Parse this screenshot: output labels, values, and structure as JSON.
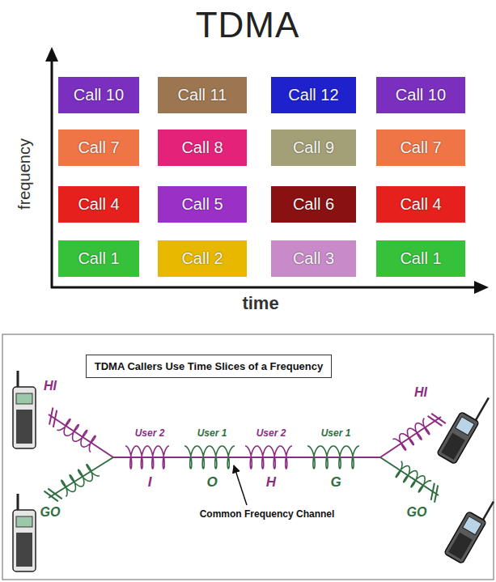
{
  "diagram": {
    "title": "TDMA",
    "nodes": [
      {
        "text": [
          "Call 10"
        ]
      },
      {
        "text": [
          "Call 11"
        ]
      },
      {
        "text": [
          "Call 12"
        ]
      },
      {
        "text": [
          "Call 10"
        ]
      },
      {
        "text": [
          "Call 7"
        ]
      },
      {
        "text": [
          "Call 8"
        ]
      },
      {
        "text": [
          "Call 9"
        ]
      },
      {
        "text": [
          "Call 7"
        ]
      },
      {
        "text": [
          "Call 4"
        ]
      },
      {
        "text": [
          "Call 5"
        ]
      },
      {
        "text": [
          "Call 6"
        ]
      },
      {
        "text": [
          "Call 4"
        ]
      },
      {
        "text": [
          "Call 1"
        ]
      },
      {
        "text": [
          "Call 2"
        ]
      },
      {
        "text": [
          "Call 3"
        ]
      },
      {
        "text": [
          "Call 1"
        ]
      },
      {
        "text": [
          "TDMA Callers Use Time Slices of a Frequency"
        ]
      }
    ],
    "labels": [
      "frequency",
      "time",
      "HI",
      "GO",
      "User 2",
      "User 1",
      "User 2",
      "User 1",
      "I",
      "O",
      "H",
      "G",
      "Common Frequency Channel",
      "HI",
      "GO"
    ]
  }
}
